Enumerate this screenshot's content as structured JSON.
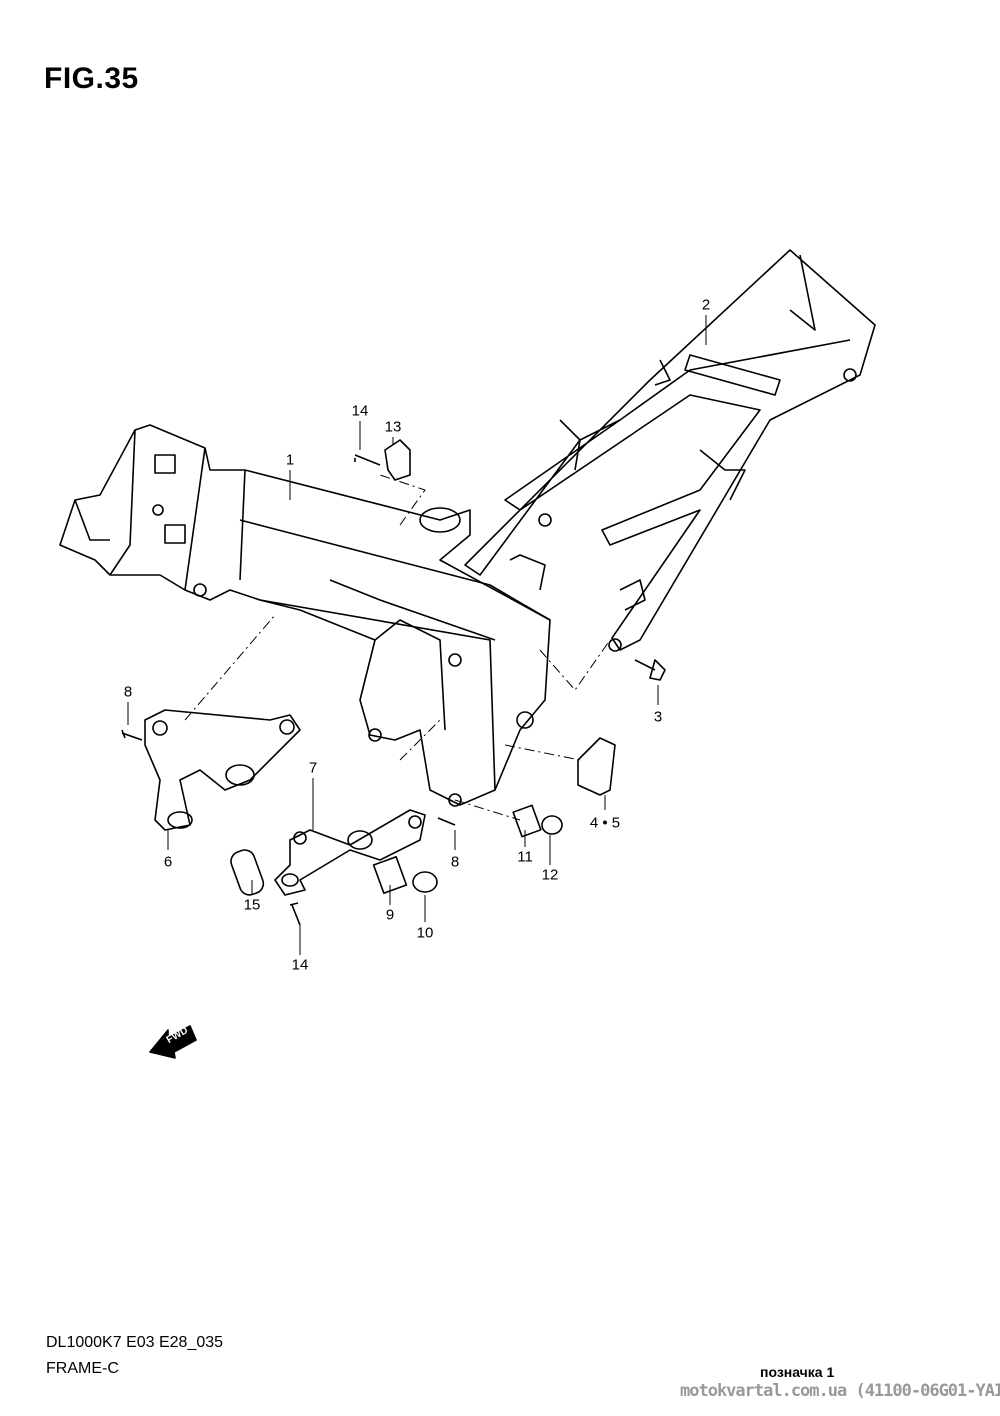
{
  "figure_title": "FIG.35",
  "callouts": [
    {
      "id": "c1",
      "label": "1"
    },
    {
      "id": "c2",
      "label": "2"
    },
    {
      "id": "c3",
      "label": "3"
    },
    {
      "id": "c45",
      "label": "4 • 5"
    },
    {
      "id": "c6",
      "label": "6"
    },
    {
      "id": "c7",
      "label": "7"
    },
    {
      "id": "c8a",
      "label": "8"
    },
    {
      "id": "c8b",
      "label": "8"
    },
    {
      "id": "c9",
      "label": "9"
    },
    {
      "id": "c10",
      "label": "10"
    },
    {
      "id": "c11",
      "label": "11"
    },
    {
      "id": "c12",
      "label": "12"
    },
    {
      "id": "c13",
      "label": "13"
    },
    {
      "id": "c14a",
      "label": "14"
    },
    {
      "id": "c14b",
      "label": "14"
    },
    {
      "id": "c15",
      "label": "15"
    }
  ],
  "fwd_arrow_label": "FWD",
  "footer": {
    "model_code": "DL1000K7 E03 E28_035",
    "frame_name": "FRAME-C",
    "mark": "позначка 1",
    "site": "motokvartal.com.ua (41100-06G01-YAI"
  }
}
